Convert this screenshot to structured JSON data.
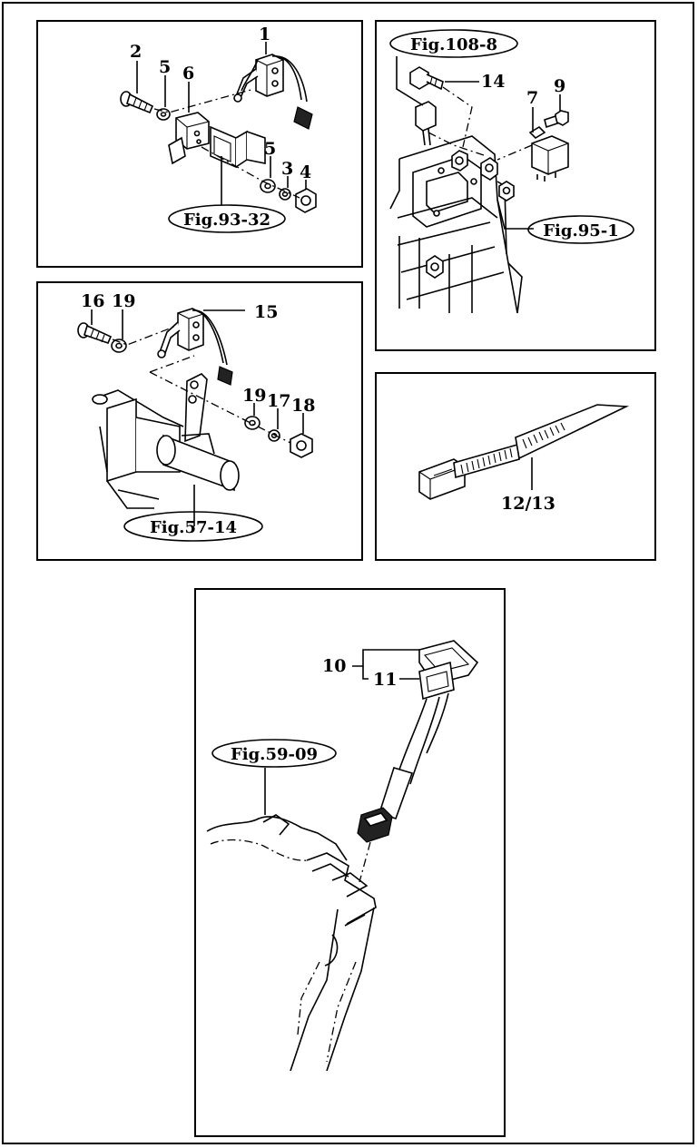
{
  "panels": {
    "p1": {
      "callouts": [
        "1",
        "2",
        "5",
        "6",
        "5",
        "3",
        "4"
      ],
      "fig_ref": "Fig.93-32"
    },
    "p2": {
      "callouts": [
        "14",
        "7",
        "9"
      ],
      "fig_refs": [
        "Fig.108-8",
        "Fig.95-1"
      ]
    },
    "p3": {
      "callouts": [
        "16",
        "19",
        "15",
        "19",
        "17",
        "18"
      ],
      "fig_ref": "Fig.57-14"
    },
    "p4": {
      "callouts": [
        "12/13"
      ]
    },
    "p5": {
      "callouts": [
        "10",
        "11"
      ],
      "fig_ref": "Fig.59-09"
    }
  }
}
